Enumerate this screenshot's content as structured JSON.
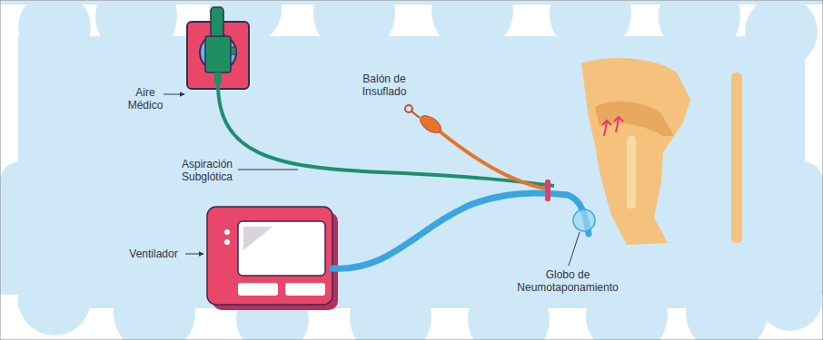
{
  "diagram": {
    "labels": [
      "Aire Médico",
      "Balón de Insuflado",
      "Aspiración Subglótica",
      "Ventilador",
      "Globo de Neumotaponamiento"
    ]
  }
}
